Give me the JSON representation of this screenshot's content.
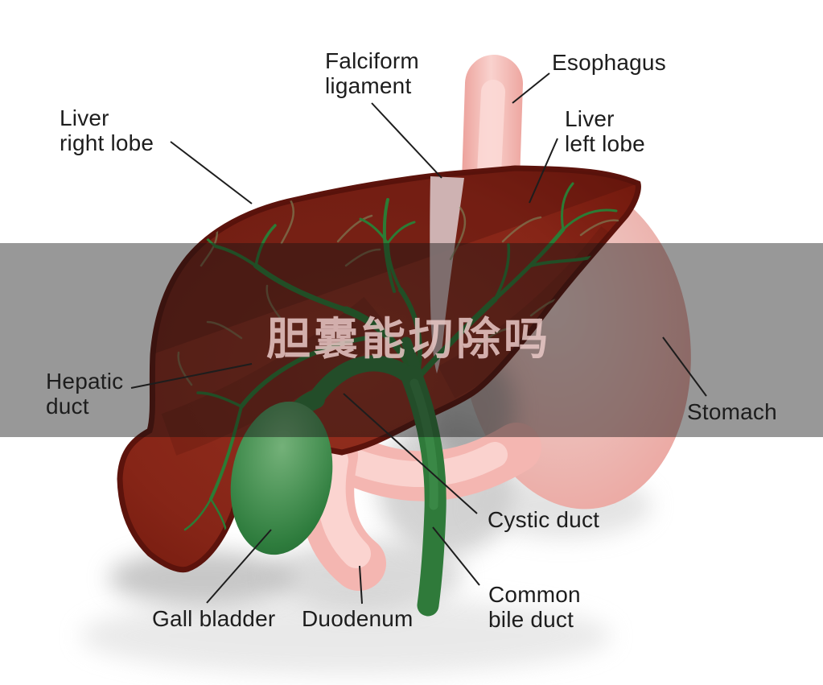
{
  "title": "Liver and biliary system anatomy diagram",
  "watermark": {
    "text": "胆囊能切除吗"
  },
  "labels": {
    "liver_right_lobe": {
      "line1": "Liver",
      "line2": "right lobe"
    },
    "falciform_ligament": {
      "line1": "Falciform",
      "line2": "ligament"
    },
    "esophagus": {
      "line1": "Esophagus"
    },
    "liver_left_lobe": {
      "line1": "Liver",
      "line2": "left lobe"
    },
    "hepatic_duct": {
      "line1": "Hepatic",
      "line2": "duct"
    },
    "stomach": {
      "line1": "Stomach"
    },
    "cystic_duct": {
      "line1": "Cystic duct"
    },
    "common_bile_duct": {
      "line1": "Common",
      "line2": "bile duct"
    },
    "gall_bladder": {
      "line1": "Gall bladder"
    },
    "duodenum": {
      "line1": "Duodenum"
    }
  },
  "colors": {
    "background": "#ffffff",
    "label_text": "#1d1d1d",
    "leader_line": "#1d1d1d",
    "band": "#141414",
    "watermark": "#e9c8c6",
    "liver_red": "#8e2a1e",
    "liver_outline": "#5c130c",
    "vessel_green": "#2b7c35",
    "vessel_faint": "#7f8c5f",
    "duct_green": "#2f7a3a",
    "gallbladder_green": "#3c8a49",
    "organ_pink": "#f4b6b1",
    "organ_pink_light": "#fbd9d6"
  }
}
